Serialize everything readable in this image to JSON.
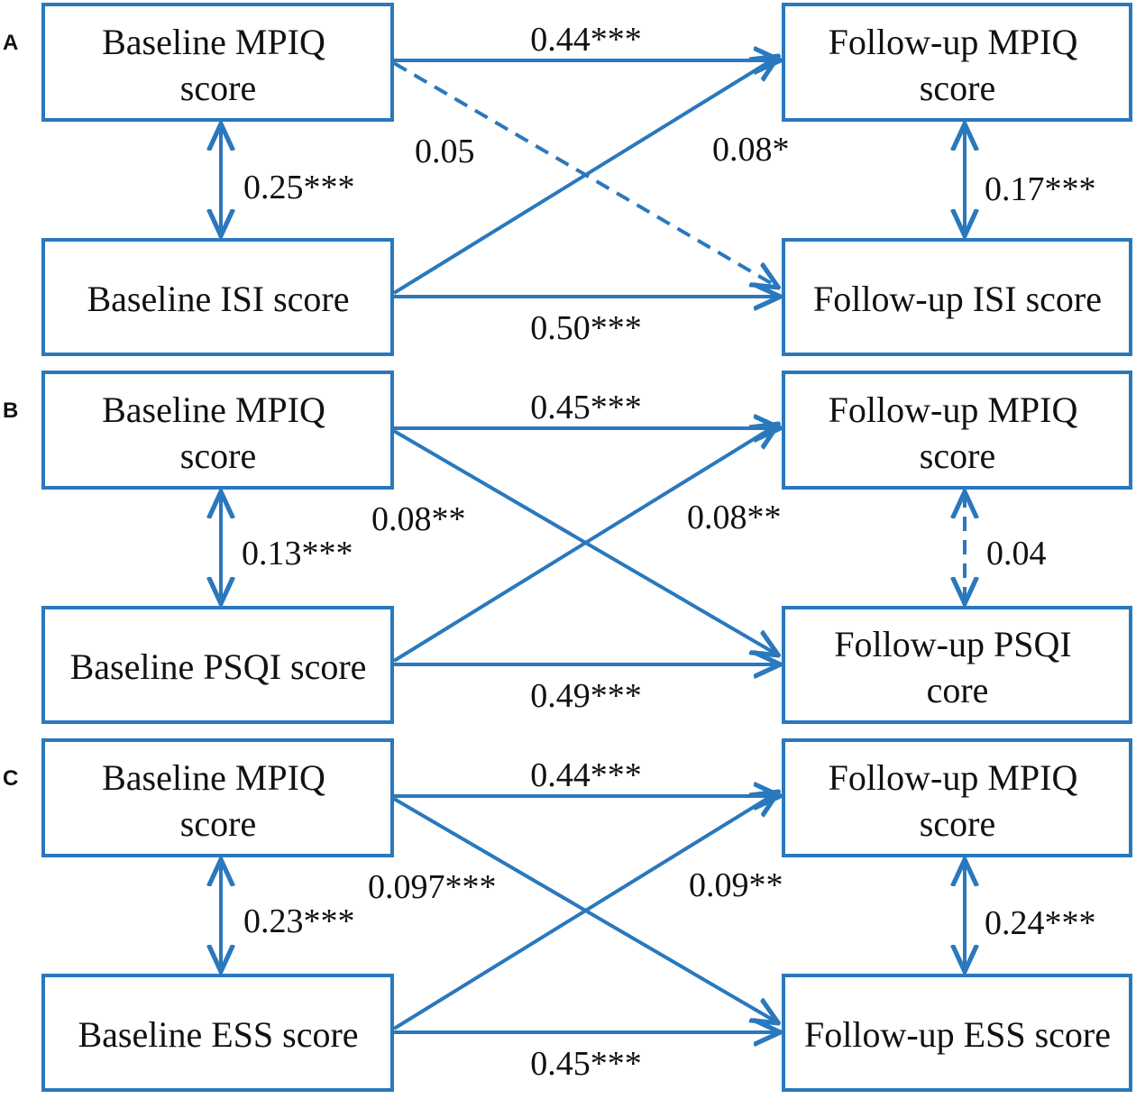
{
  "colors": {
    "accent": "#2a78bd",
    "text": "#111111"
  },
  "panels": [
    {
      "letter": "A",
      "boxes": {
        "base_mpiq": [
          "Baseline  MPIQ",
          "score"
        ],
        "base_sleep": [
          "Baseline  ISI score"
        ],
        "fu_mpiq": [
          "Follow-up  MPIQ",
          "score"
        ],
        "fu_sleep": [
          "Follow-up  ISI score"
        ]
      },
      "coefficients": {
        "mpiq_stability": "0.44***",
        "sleep_stability": "0.50***",
        "baseline_correlation": "0.25***",
        "followup_correlation": "0.17***",
        "mpiq_to_sleep": "0.05",
        "sleep_to_mpiq": "0.08*"
      },
      "dashed": {
        "mpiq_to_sleep": true,
        "followup_correlation": false
      }
    },
    {
      "letter": "B",
      "boxes": {
        "base_mpiq": [
          "Baseline  MPIQ",
          "score"
        ],
        "base_sleep": [
          "Baseline  PSQI score"
        ],
        "fu_mpiq": [
          "Follow-up  MPIQ",
          "score"
        ],
        "fu_sleep": [
          "Follow-up  PSQI",
          "core"
        ]
      },
      "coefficients": {
        "mpiq_stability": "0.45***",
        "sleep_stability": "0.49***",
        "baseline_correlation": "0.13***",
        "followup_correlation": "0.04",
        "mpiq_to_sleep": "0.08**",
        "sleep_to_mpiq": "0.08**"
      },
      "dashed": {
        "mpiq_to_sleep": false,
        "followup_correlation": true
      }
    },
    {
      "letter": "C",
      "boxes": {
        "base_mpiq": [
          "Baseline  MPIQ",
          "score"
        ],
        "base_sleep": [
          "Baseline  ESS score"
        ],
        "fu_mpiq": [
          "Follow-up  MPIQ",
          "score"
        ],
        "fu_sleep": [
          "Follow-up  ESS score"
        ]
      },
      "coefficients": {
        "mpiq_stability": "0.44***",
        "sleep_stability": "0.45***",
        "baseline_correlation": "0.23***",
        "followup_correlation": "0.24***",
        "mpiq_to_sleep": "0.097***",
        "sleep_to_mpiq": "0.09**"
      },
      "dashed": {
        "mpiq_to_sleep": false,
        "followup_correlation": false
      }
    }
  ]
}
